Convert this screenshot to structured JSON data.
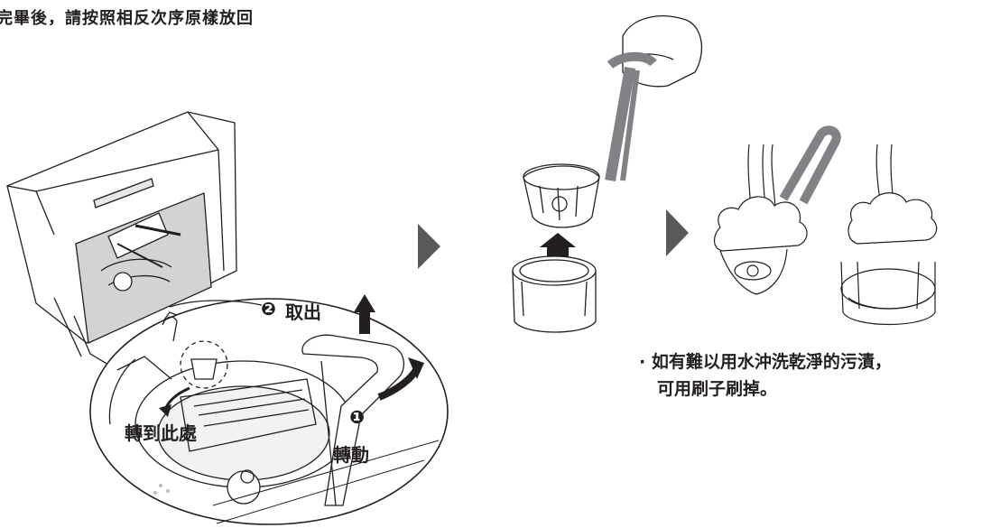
{
  "header": {
    "text": "完畢後，請按照相反次序原樣放回"
  },
  "steps": {
    "step2_marker": "❷",
    "step2_label": "取出",
    "step1_marker": "❶",
    "step1_label": "轉動",
    "rotate_label": "轉到此處"
  },
  "note": {
    "bullet": "·",
    "line1": "如有難以用水沖洗乾淨的污漬，",
    "line2": "可用刷子刷掉。"
  },
  "colors": {
    "ink": "#231f20",
    "arrow_grey": "#58595b",
    "tool_grey": "#808285",
    "bg": "#ffffff"
  }
}
